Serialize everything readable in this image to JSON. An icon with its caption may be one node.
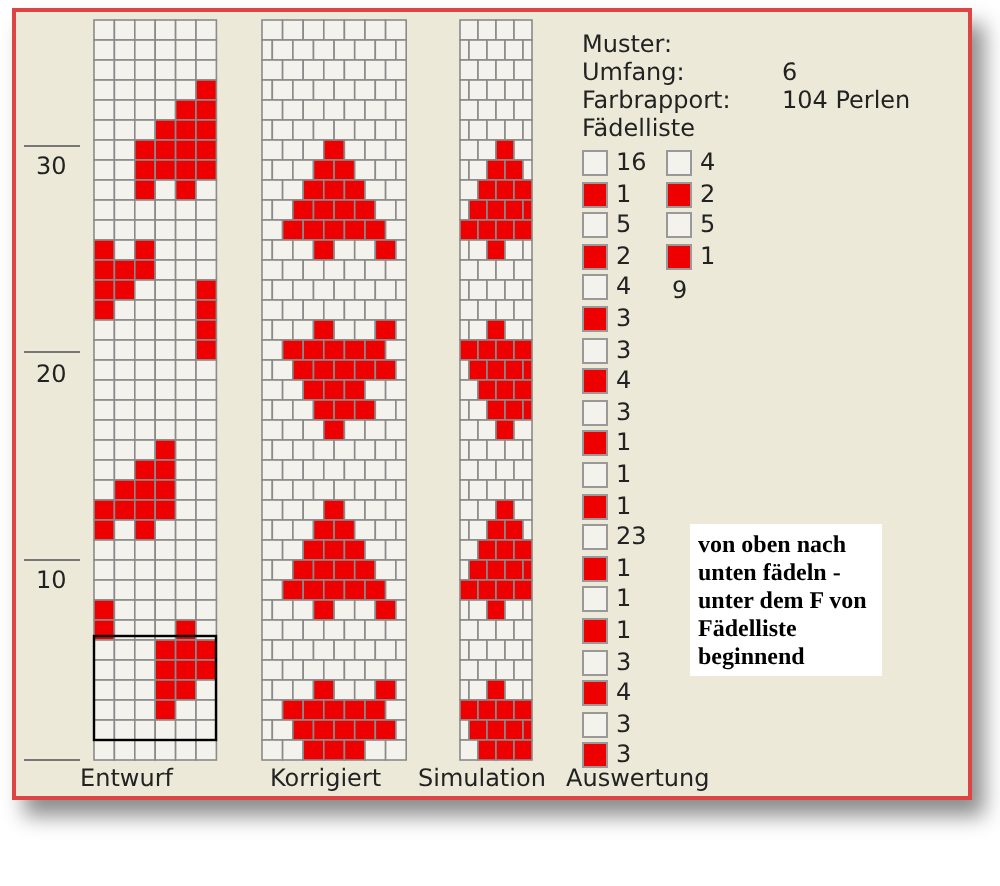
{
  "diagram": {
    "labels": [
      "Muster:",
      "Umfang:",
      "6",
      "Farbrapport:",
      "104 Perlen",
      "Fädelliste",
      "9",
      "30",
      "20",
      "10",
      "von oben nach unten fädeln - unter dem F von Fädelliste beginnend",
      "Entwurf",
      "Korrigiert",
      "Simulation",
      "Auswertung"
    ],
    "legend": [
      {
        "text": "16",
        "color": "#f4f2ec"
      },
      {
        "text": "1",
        "color": "#ee0000"
      },
      {
        "text": "5",
        "color": "#f4f2ec"
      },
      {
        "text": "2",
        "color": "#ee0000"
      },
      {
        "text": "4",
        "color": "#f4f2ec"
      },
      {
        "text": "3",
        "color": "#ee0000"
      },
      {
        "text": "3",
        "color": "#f4f2ec"
      },
      {
        "text": "4",
        "color": "#ee0000"
      },
      {
        "text": "3",
        "color": "#f4f2ec"
      },
      {
        "text": "1",
        "color": "#ee0000"
      },
      {
        "text": "1",
        "color": "#f4f2ec"
      },
      {
        "text": "1",
        "color": "#ee0000"
      },
      {
        "text": "23",
        "color": "#f4f2ec"
      },
      {
        "text": "1",
        "color": "#ee0000"
      },
      {
        "text": "1",
        "color": "#f4f2ec"
      },
      {
        "text": "1",
        "color": "#ee0000"
      },
      {
        "text": "3",
        "color": "#f4f2ec"
      },
      {
        "text": "4",
        "color": "#ee0000"
      },
      {
        "text": "3",
        "color": "#f4f2ec"
      },
      {
        "text": "3",
        "color": "#ee0000"
      },
      {
        "text": "4",
        "color": "#f4f2ec"
      },
      {
        "text": "2",
        "color": "#ee0000"
      },
      {
        "text": "5",
        "color": "#f4f2ec"
      },
      {
        "text": "1",
        "color": "#ee0000"
      }
    ]
  }
}
